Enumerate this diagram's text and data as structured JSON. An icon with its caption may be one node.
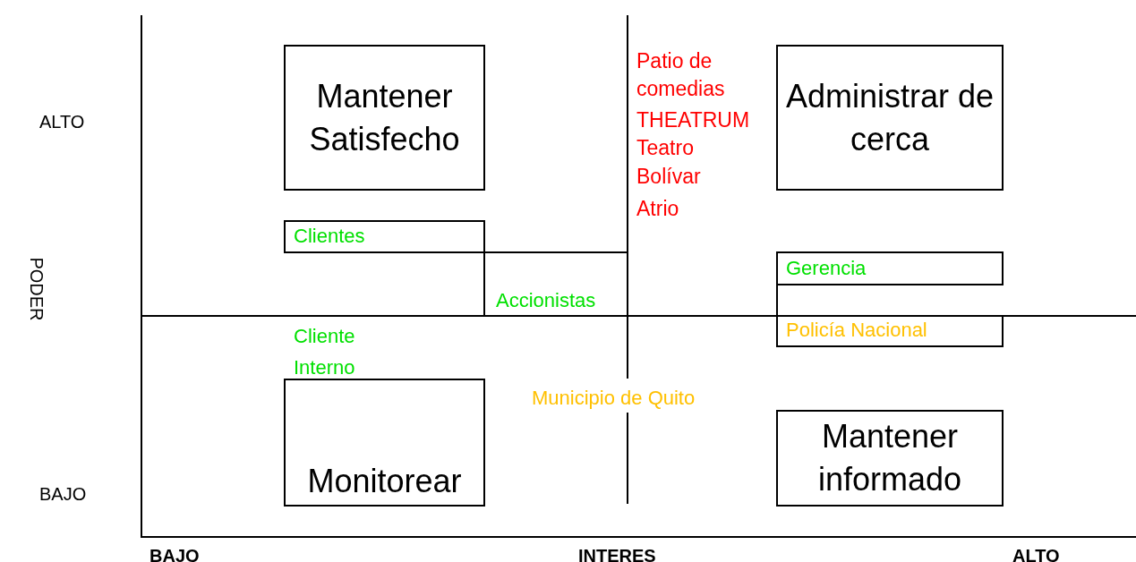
{
  "diagram": {
    "nodes": [
      {
        "text": [
          "Mantener Satisfecho"
        ]
      },
      {
        "text": [
          "Administrar de cerca"
        ]
      },
      {
        "text": [
          "Clientes"
        ]
      },
      {
        "text": [
          "Gerencia"
        ]
      },
      {
        "text": [
          "Accionistas"
        ]
      },
      {
        "text": [
          "Policía Nacional"
        ]
      },
      {
        "text": [
          "Monitorear"
        ]
      },
      {
        "text": [
          "Mantener informado"
        ]
      }
    ],
    "labels": [
      "ALTO",
      "PODER",
      "BAJO",
      "Patio de comedias",
      "THEATRUM",
      "Teatro Bolívar",
      "Atrio",
      "Cliente Interno",
      "Municipio de Quito",
      "BAJO",
      "INTERES",
      "ALTO"
    ]
  }
}
